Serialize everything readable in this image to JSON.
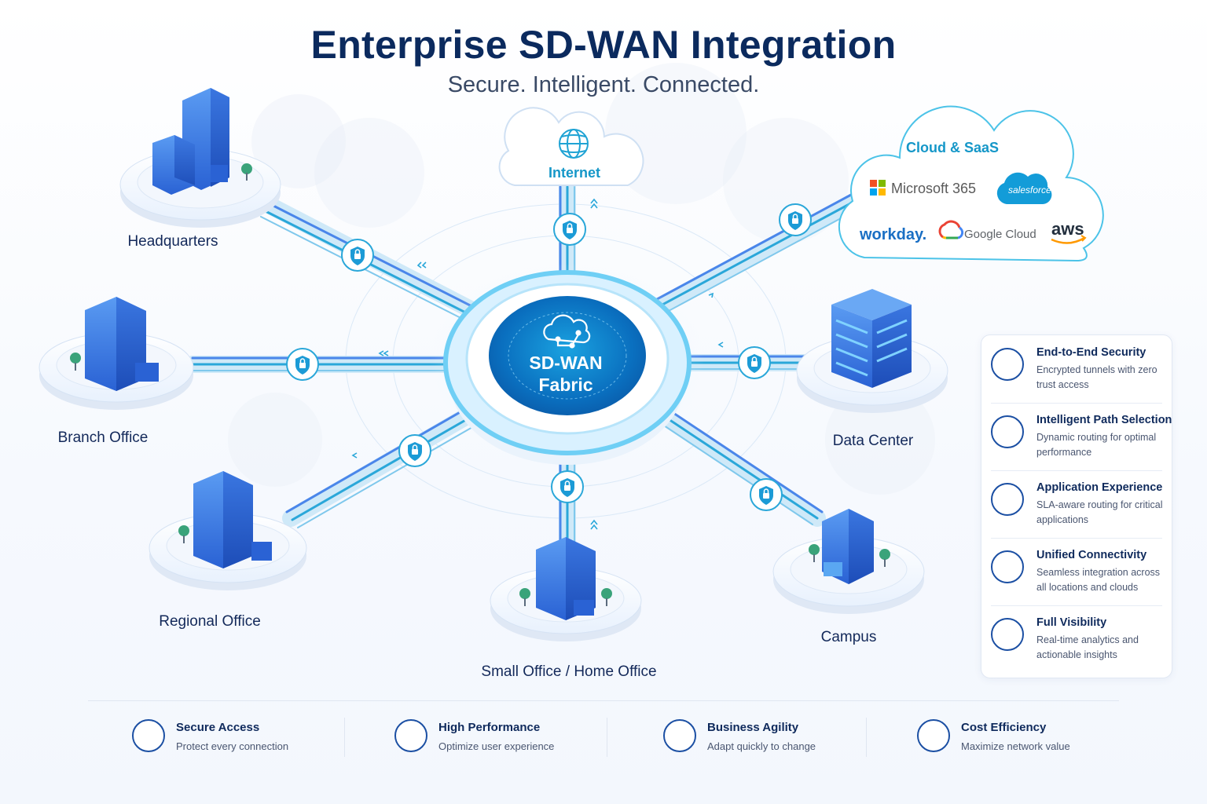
{
  "title": "Enterprise SD-WAN Integration",
  "subtitle": "Secure. Intelligent. Connected.",
  "hub": {
    "line1": "SD-WAN",
    "line2": "Fabric",
    "icon": "cloud-network-icon"
  },
  "internet": {
    "label": "Internet",
    "icon": "globe-icon"
  },
  "cloud_saas": {
    "label": "Cloud & SaaS",
    "logos": [
      "Microsoft 365",
      "salesforce",
      "workday.",
      "Google Cloud",
      "aws"
    ]
  },
  "sites": [
    {
      "id": "headquarters",
      "label": "Headquarters"
    },
    {
      "id": "branch",
      "label": "Branch Office"
    },
    {
      "id": "regional",
      "label": "Regional Office"
    },
    {
      "id": "soho",
      "label": "Small Office / Home Office"
    },
    {
      "id": "campus",
      "label": "Campus"
    },
    {
      "id": "datacenter",
      "label": "Data Center"
    }
  ],
  "features": [
    {
      "title": "End-to-End Security",
      "desc": "Encrypted tunnels with zero trust access",
      "icon": "shield-check-icon"
    },
    {
      "title": "Intelligent Path Selection",
      "desc": "Dynamic routing for optimal performance",
      "icon": "path-route-icon"
    },
    {
      "title": "Application Experience",
      "desc": "SLA-aware routing for critical applications",
      "icon": "bar-chart-icon"
    },
    {
      "title": "Unified Connectivity",
      "desc": "Seamless integration across all locations and clouds",
      "icon": "cloud-icon"
    },
    {
      "title": "Full Visibility",
      "desc": "Real-time analytics and actionable insights",
      "icon": "eye-icon"
    }
  ],
  "benefits": [
    {
      "title": "Secure Access",
      "desc": "Protect every connection",
      "icon": "lock-icon"
    },
    {
      "title": "High Performance",
      "desc": "Optimize user experience",
      "icon": "check-icon"
    },
    {
      "title": "Business Agility",
      "desc": "Adapt quickly to change",
      "icon": "link-icon"
    },
    {
      "title": "Cost Efficiency",
      "desc": "Maximize network value",
      "icon": "dollar-icon"
    }
  ],
  "colors": {
    "navy": "#0b2a5e",
    "accent_blue": "#1b4fa3",
    "link_cyan": "#2aa7d9",
    "hub_blue": "#0d77c2"
  }
}
